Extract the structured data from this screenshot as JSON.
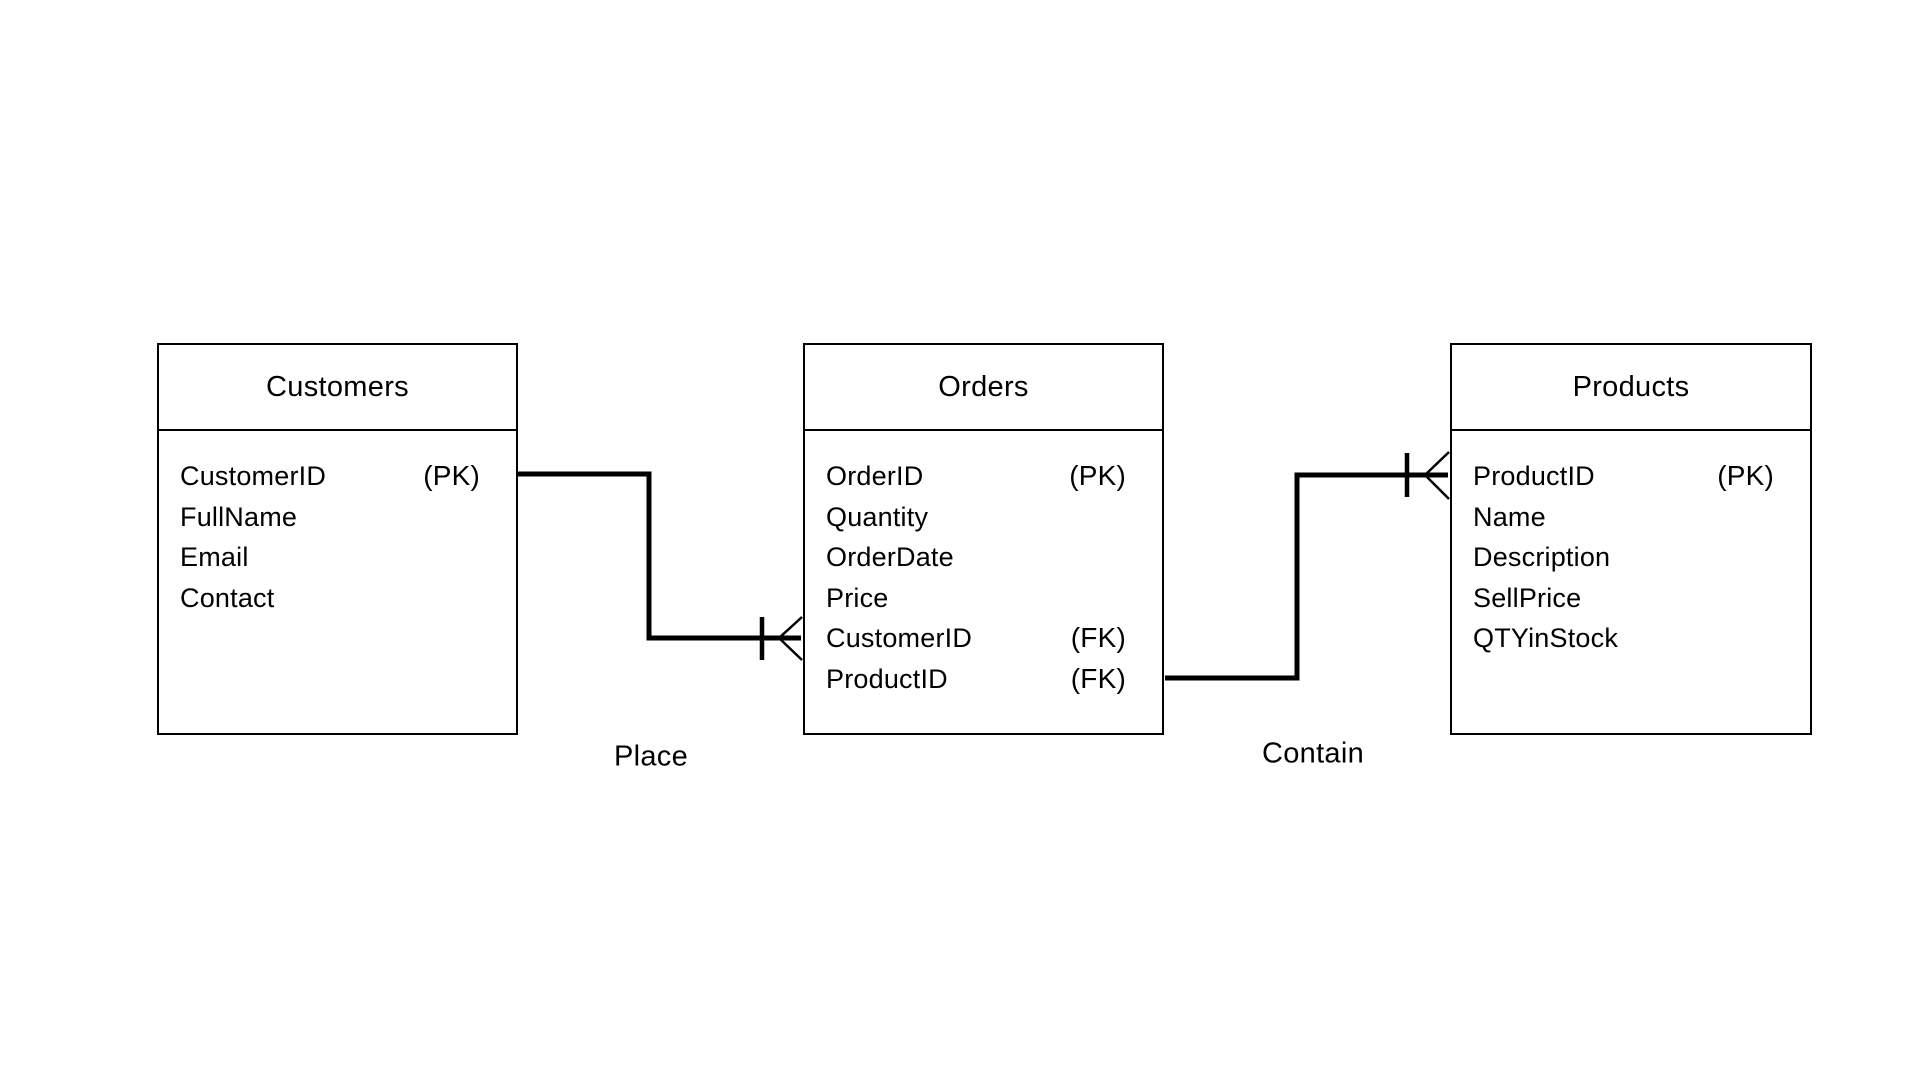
{
  "diagram": {
    "background_color": "#ffffff",
    "line_color": "#000000",
    "text_color": "#000000"
  },
  "entities": [
    {
      "name": "Customers",
      "fields": [
        {
          "name": "CustomerID",
          "key": "(PK)"
        },
        {
          "name": "FullName",
          "key": ""
        },
        {
          "name": "Email",
          "key": ""
        },
        {
          "name": "Contact",
          "key": ""
        }
      ]
    },
    {
      "name": "Orders",
      "fields": [
        {
          "name": "OrderID",
          "key": "(PK)"
        },
        {
          "name": "Quantity",
          "key": ""
        },
        {
          "name": "OrderDate",
          "key": ""
        },
        {
          "name": "Price",
          "key": ""
        },
        {
          "name": "CustomerID",
          "key": "(FK)"
        },
        {
          "name": "ProductID",
          "key": "(FK)"
        }
      ]
    },
    {
      "name": "Products",
      "fields": [
        {
          "name": "ProductID",
          "key": "(PK)"
        },
        {
          "name": "Name",
          "key": ""
        },
        {
          "name": "Description",
          "key": ""
        },
        {
          "name": "SellPrice",
          "key": ""
        },
        {
          "name": "QTYinStock",
          "key": ""
        }
      ]
    }
  ],
  "relationships": [
    {
      "label": "Place",
      "from": "Customers",
      "to": "Orders",
      "to_notation": "one-or-many-crows-foot"
    },
    {
      "label": "Contain",
      "from": "Orders",
      "to": "Products",
      "to_notation": "one-or-many-crows-foot"
    }
  ]
}
